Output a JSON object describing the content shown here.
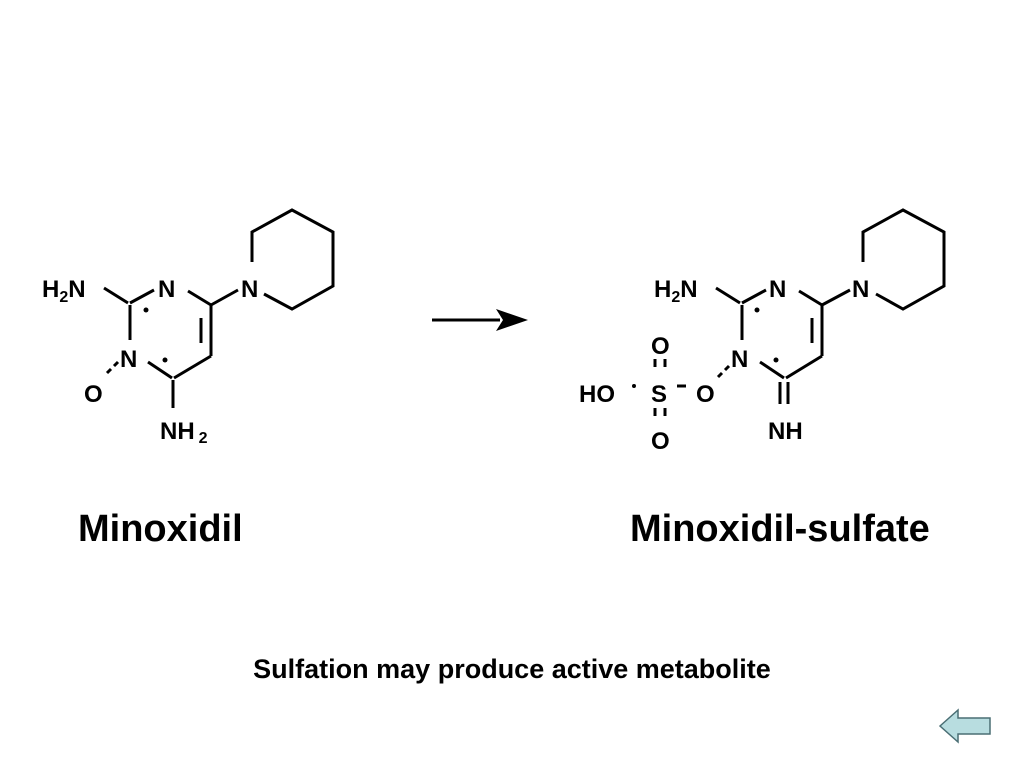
{
  "slide": {
    "caption": "Sulfation may produce active metabolite"
  },
  "reactant": {
    "name": "Minoxidil",
    "atoms": {
      "amine_left": "H",
      "amine_left_sub": "2",
      "amine_left_n": "N",
      "ring_n_top": "N",
      "pip_n": "N",
      "ring_n_oxide": "N",
      "oxide_o": "O",
      "amine_bottom": "NH",
      "amine_bottom_sub": "2"
    }
  },
  "product": {
    "name": "Minoxidil-sulfate",
    "atoms": {
      "amine_left": "H",
      "amine_left_sub": "2",
      "amine_left_n": "N",
      "ring_n_top": "N",
      "pip_n": "N",
      "ring_n_oxide": "N",
      "ester_o": "O",
      "sulfur": "S",
      "sulfonyl_o_top": "O",
      "sulfonyl_o_bottom": "O",
      "hydroxyl": "HO",
      "imine": "NH"
    }
  },
  "colors": {
    "back_arrow_fill": "#b8dde0",
    "back_arrow_stroke": "#4a6e74"
  },
  "navigation": {
    "back_icon": "left-arrow-icon"
  }
}
